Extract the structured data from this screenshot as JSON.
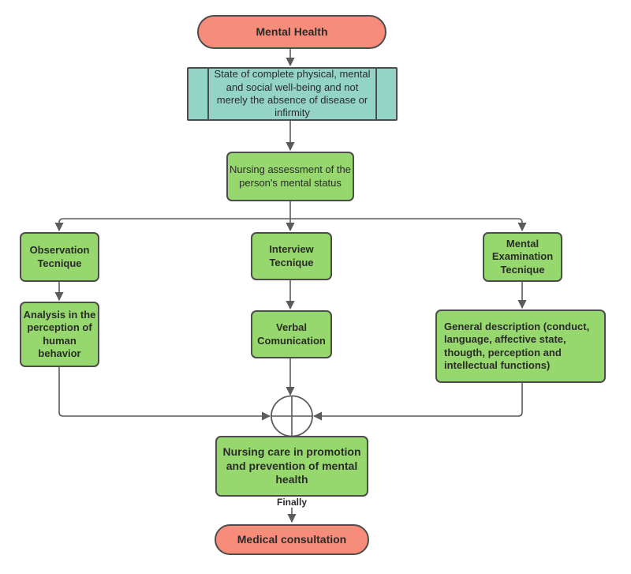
{
  "nodes": {
    "mental_health": "Mental Health",
    "who_definition": "State of complete physical, mental and social well-being and not merely the absence of disease or infirmity",
    "assessment": "Nursing assessment of the person's mental status",
    "observation": "Observation Tecnique",
    "interview": "Interview Tecnique",
    "mental_exam": "Mental Examination Tecnique",
    "analysis": "Analysis in the perception of human behavior",
    "verbal": "Verbal Comunication",
    "general_description": "General description (conduct, language, affective state, thougth, perception and intellectual functions)",
    "care": "Nursing care in promotion and prevention of mental health",
    "consultation": "Medical consultation"
  },
  "labels": {
    "finally": "Finally"
  },
  "colors": {
    "salmon": "#F88C7A",
    "teal": "#93D4C7",
    "green": "#96D86E",
    "border": "#4D4D4D",
    "line": "#5B5B5B",
    "text": "#2B2B2B",
    "bg": "#FFFFFF"
  }
}
